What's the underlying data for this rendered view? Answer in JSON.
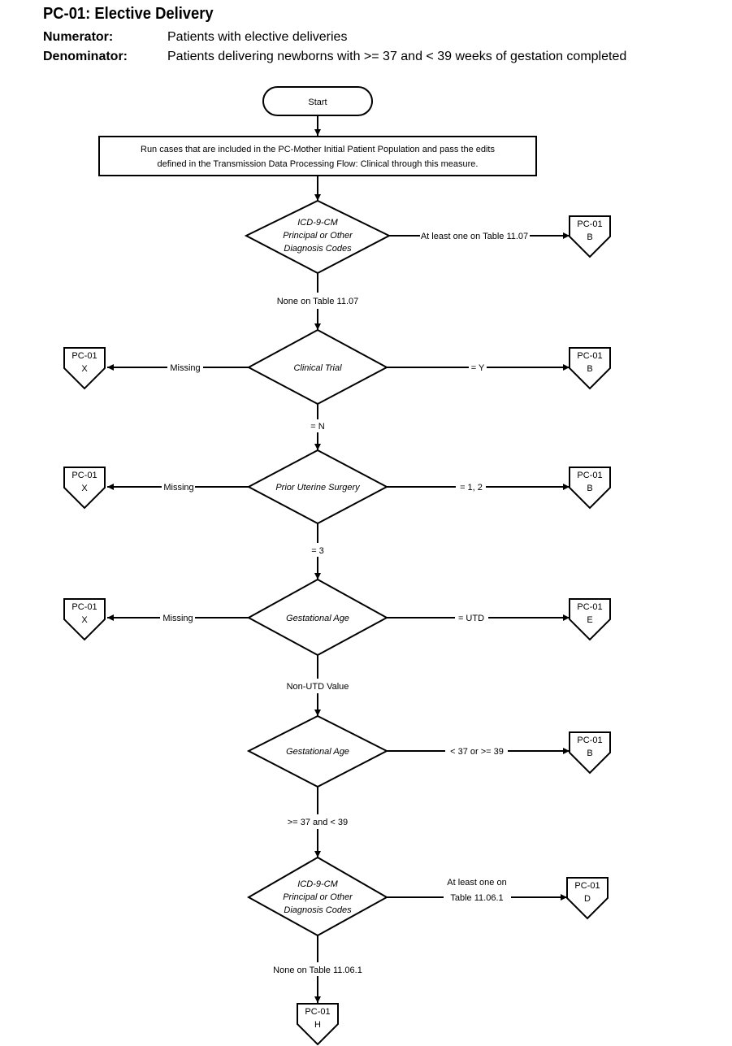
{
  "header": {
    "title": "PC-01:  Elective Delivery",
    "numerator_label": "Numerator:",
    "numerator_text": "Patients with elective deliveries",
    "denominator_label": "Denominator:",
    "denominator_text": "Patients delivering newborns with >= 37 and < 39 weeks of gestation completed"
  },
  "nodes": {
    "start": "Start",
    "process": {
      "line1": "Run cases that are included in the PC-Mother Initial Patient Population and pass the edits",
      "line2": "defined in the Transmission Data Processing Flow: Clinical through this measure."
    },
    "d1": {
      "line1": "ICD-9-CM",
      "line2": "Principal or Other",
      "line3": "Diagnosis Codes"
    },
    "d2": "Clinical Trial",
    "d3": "Prior Uterine Surgery",
    "d4": "Gestational Age",
    "d5": "Gestational Age",
    "d6": {
      "line1": "ICD-9-CM",
      "line2": "Principal or Other",
      "line3": "Diagnosis Codes"
    }
  },
  "connectors": {
    "c1": {
      "top": "PC-01",
      "bottom": "B"
    },
    "c2x": {
      "top": "PC-01",
      "bottom": "X"
    },
    "c2b": {
      "top": "PC-01",
      "bottom": "B"
    },
    "c3x": {
      "top": "PC-01",
      "bottom": "X"
    },
    "c3b": {
      "top": "PC-01",
      "bottom": "B"
    },
    "c4x": {
      "top": "PC-01",
      "bottom": "X"
    },
    "c4e": {
      "top": "PC-01",
      "bottom": "E"
    },
    "c5b": {
      "top": "PC-01",
      "bottom": "B"
    },
    "c6d": {
      "top": "PC-01",
      "bottom": "D"
    },
    "c7h": {
      "top": "PC-01",
      "bottom": "H"
    }
  },
  "labels": {
    "d1_right": "At least one on Table 11.07",
    "d1_down": "None  on Table 11.07",
    "d2_left": "Missing",
    "d2_right": "= Y",
    "d2_down": "= N",
    "d3_left": "Missing",
    "d3_right": "= 1, 2",
    "d3_down": "= 3",
    "d4_left": "Missing",
    "d4_right": "= UTD",
    "d4_down": "Non-UTD Value",
    "d5_right": "< 37 or >= 39",
    "d5_down": ">= 37 and < 39",
    "d6_right_line1": "At least one on",
    "d6_right_line2": "Table 11.06.1",
    "d6_down": "None on Table 11.06.1"
  }
}
